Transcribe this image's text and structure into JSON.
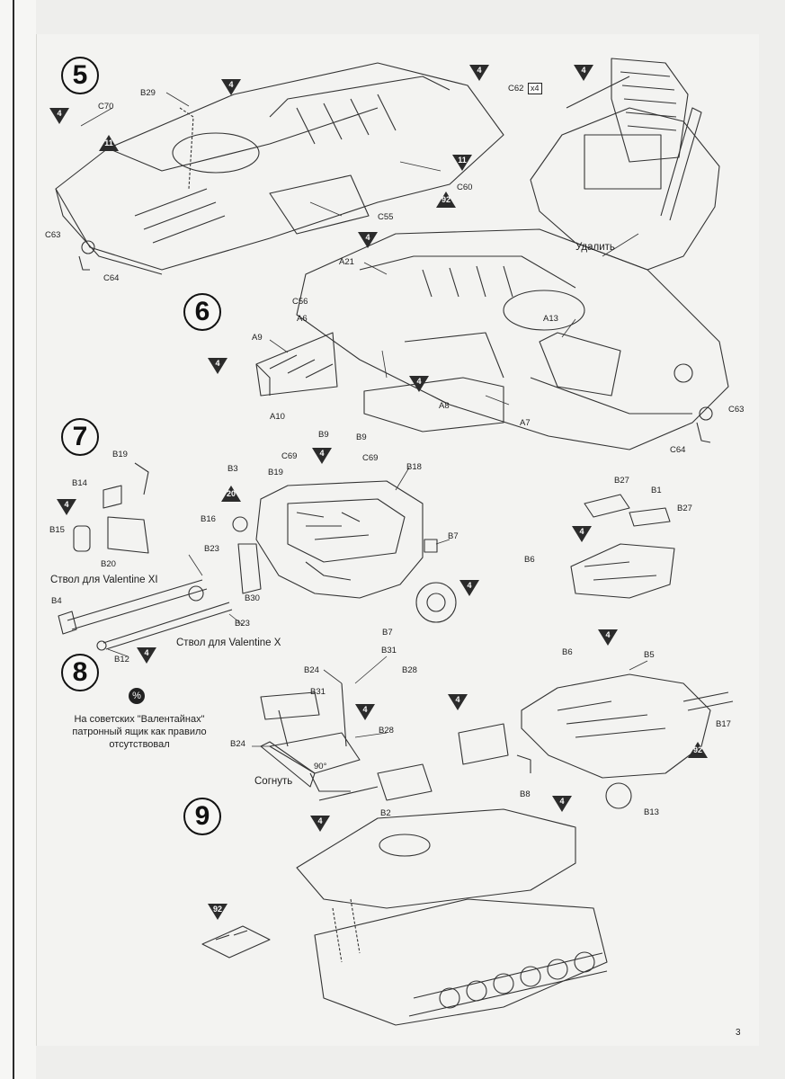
{
  "steps": [
    "5",
    "6",
    "7",
    "8",
    "9"
  ],
  "paint_codes": {
    "c4": "4",
    "c11": "11",
    "c20": "20",
    "c92": "92"
  },
  "qty_badge": "x4",
  "page_number": "3",
  "step5": {
    "labels": [
      "B29",
      "C70",
      "C63",
      "C64",
      "C55",
      "C60",
      "C62"
    ],
    "remove_text": "Удалить"
  },
  "step6": {
    "labels": [
      "A21",
      "C56",
      "A6",
      "A9",
      "A10",
      "A13",
      "A8",
      "A7",
      "C63",
      "C64"
    ]
  },
  "step7": {
    "labels": [
      "B19",
      "B14",
      "B15",
      "B20",
      "B23",
      "B4",
      "B30",
      "B23",
      "B12",
      "B16",
      "B3",
      "B19",
      "C69",
      "B9",
      "B9",
      "C69",
      "B18",
      "B7",
      "B7",
      "B27",
      "B1",
      "B27",
      "B6"
    ],
    "barrel_xi": "Ствол для Valentine XI",
    "barrel_x": "Ствол для Valentine X"
  },
  "step8": {
    "labels": [
      "B31",
      "B24",
      "B28",
      "B31",
      "B28",
      "B24",
      "B6",
      "B5",
      "B17",
      "B8",
      "B13"
    ],
    "angle": "90°",
    "bend_text": "Согнуть",
    "note_lines": [
      "На советских \"Валентайнах\"",
      "патронный ящик как правило",
      "отсутствовал"
    ]
  },
  "step9": {
    "labels": [
      "B2"
    ]
  }
}
